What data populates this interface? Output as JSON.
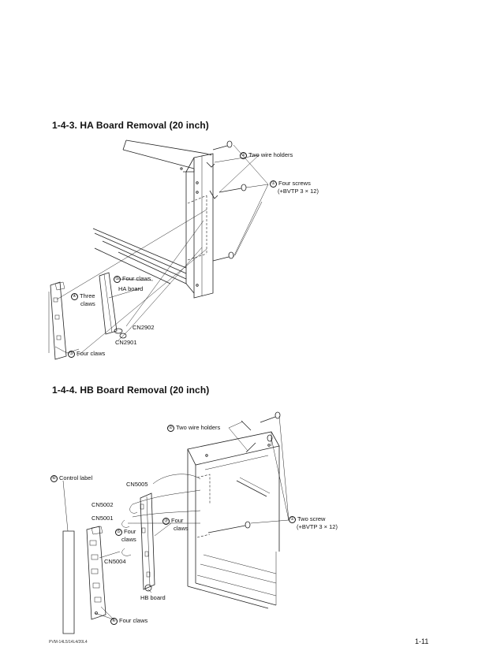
{
  "section_443": {
    "title": "1-4-3.  HA Board Removal (20 inch)",
    "callouts": {
      "c2": {
        "num": "②",
        "text": "Two wire holders"
      },
      "c1": {
        "num": "①",
        "text": "Four screws",
        "text2": "(+BVTP 3 × 12)"
      },
      "c5": {
        "num": "⑤",
        "text": "Four claws"
      },
      "board": "HA board",
      "c4": {
        "num": "④",
        "text": "Three",
        "text2": "claws"
      },
      "cn2902": "CN2902",
      "cn2901": "CN2901",
      "c3": {
        "num": "③",
        "text": "Four claws"
      }
    }
  },
  "section_444": {
    "title": "1-4-4.  HB Board Removal (20 inch)",
    "callouts": {
      "c2": {
        "num": "②",
        "text": "Two wire holders"
      },
      "c6": {
        "num": "⑥",
        "text": "Control label"
      },
      "cn5005": "CN5005",
      "cn5002": "CN5002",
      "cn5001": "CN5001",
      "c3": {
        "num": "③",
        "text": "Four",
        "text2": "claws"
      },
      "c5": {
        "num": "⑤",
        "text": "Four",
        "text2": "claws"
      },
      "cn5004": "CN5004",
      "c1": {
        "num": "①",
        "text": "Two screw",
        "text2": "(+BVTP 3 × 12)"
      },
      "board": "HB board",
      "c4": {
        "num": "④",
        "text": "Four claws"
      }
    }
  },
  "footer": {
    "model": "PVM-14L5/14L4/20L4",
    "page": "1-11"
  }
}
